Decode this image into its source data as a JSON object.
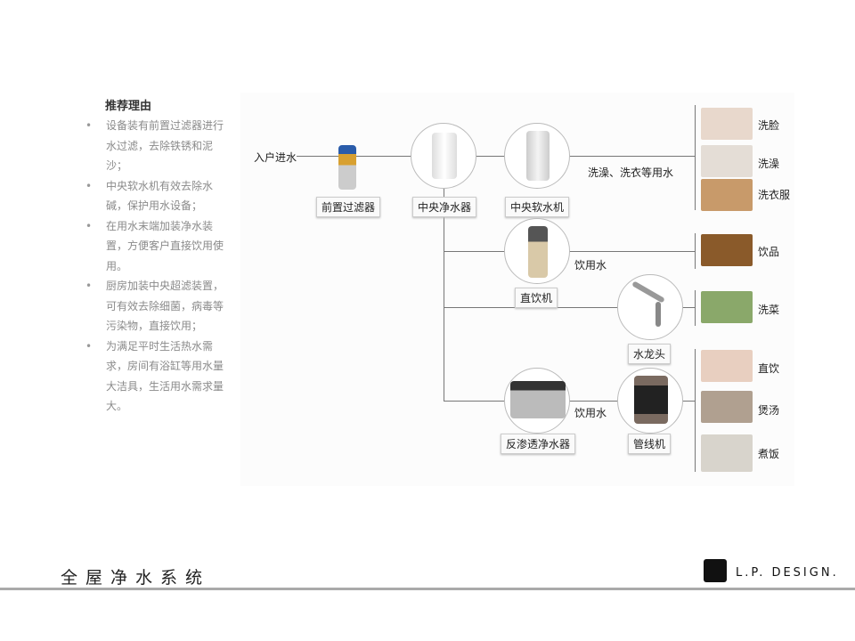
{
  "reasons": {
    "title": "推荐理由",
    "items": [
      "设备装有前置过滤器进行水过滤，去除铁锈和泥沙；",
      "中央软水机有效去除水碱，保护用水设备；",
      "在用水末端加装净水装置，方便客户直接饮用使用。",
      "厨房加装中央超滤装置，可有效去除细菌，病毒等污染物，直接饮用；",
      "为满足平时生活热水需求，房间有浴缸等用水量大洁具，生活用水需求量大。"
    ]
  },
  "diagram": {
    "inlet": "入户进水",
    "devices": {
      "prefilter": "前置过滤器",
      "central_purifier": "中央净水器",
      "central_softener": "中央软水机",
      "direct_drinker": "直饮机",
      "faucet": "水龙头",
      "ro_purifier": "反渗透净水器",
      "pipeline_machine": "管线机"
    },
    "flows": {
      "bath_laundry": "洗澡、洗衣等用水",
      "drinking_1": "饮用水",
      "drinking_2": "饮用水"
    },
    "uses": [
      "洗脸",
      "洗澡",
      "洗衣服",
      "饮品",
      "洗菜",
      "直饮",
      "煲汤",
      "煮饭"
    ]
  },
  "footer": {
    "title": "全屋净水系统",
    "brand": "L.P. DESIGN."
  }
}
